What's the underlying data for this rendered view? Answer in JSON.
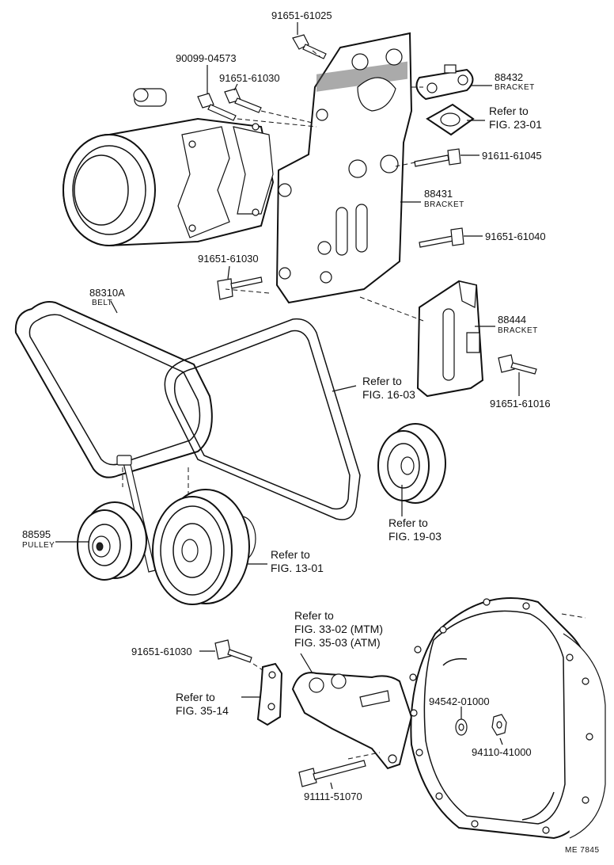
{
  "labels": {
    "p_91651_61025": "91651-61025",
    "p_90099_04573": "90099-04573",
    "p_91651_61030_top": "91651-61030",
    "p_88432": "88432",
    "n_88432": "BRACKET",
    "ref_23_1": "Refer to",
    "ref_23_2": "FIG. 23-01",
    "p_91611_61045": "91611-61045",
    "p_88431": "88431",
    "n_88431": "BRACKET",
    "p_91651_61040": "91651-61040",
    "p_91651_61030_mid": "91651-61030",
    "p_88310A": "88310A",
    "n_88310A": "BELT",
    "p_88444": "88444",
    "n_88444": "BRACKET",
    "ref_16_1": "Refer to",
    "ref_16_2": "FIG. 16-03",
    "p_91651_61016": "91651-61016",
    "ref_19_1": "Refer to",
    "ref_19_2": "FIG. 19-03",
    "p_88595": "88595",
    "n_88595": "PULLEY",
    "ref_13_1": "Refer to",
    "ref_13_2": "FIG. 13-01",
    "ref_33_1": "Refer to",
    "ref_33_2": "FIG. 33-02 (MTM)",
    "ref_33_3": "FIG. 35-03 (ATM)",
    "p_91651_61030_bot": "91651-61030",
    "ref_35_1": "Refer to",
    "ref_35_2": "FIG. 35-14",
    "p_94542_01000": "94542-01000",
    "p_94110_41000": "94110-41000",
    "p_91111_51070": "91111-51070",
    "code": "ME 7845"
  }
}
